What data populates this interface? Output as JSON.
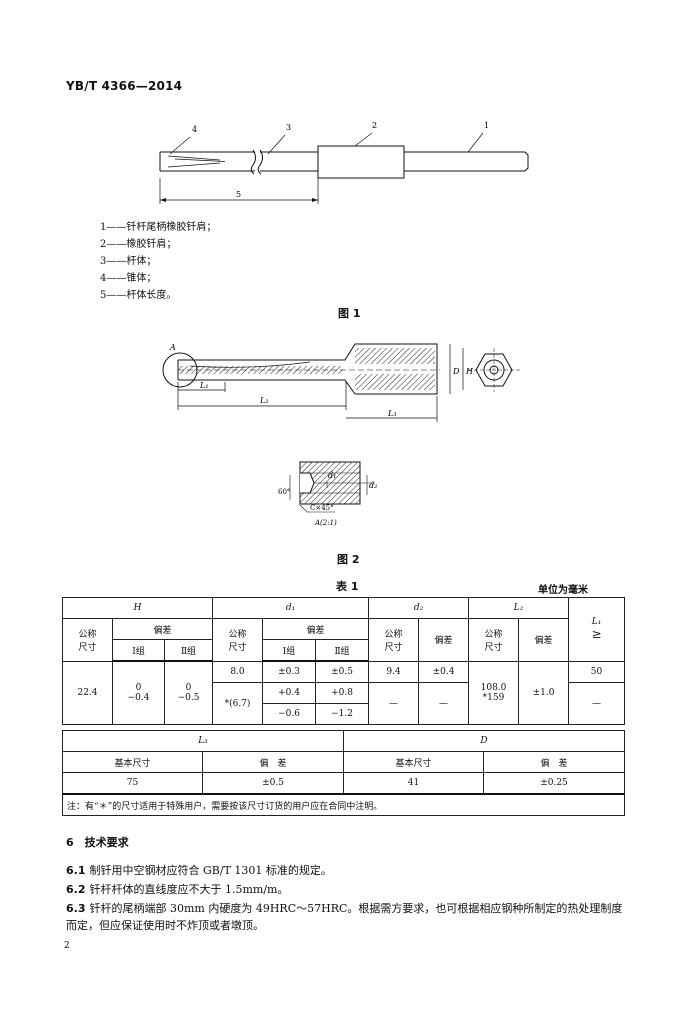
{
  "header": {
    "standard_code": "YB/T 4366—2014"
  },
  "figure1": {
    "callouts": [
      "4",
      "3",
      "2",
      "1"
    ],
    "dimension_label": "5",
    "legend": [
      "1——钎杆尾柄橡胶钎肩；",
      "2——橡胶钎肩；",
      "3——杆体；",
      "4——锥体；",
      "5——杆体长度。"
    ],
    "caption": "图 1"
  },
  "figure2": {
    "labels": {
      "detail_marker": "A",
      "l1": "L₁",
      "l2": "L₂",
      "l3": "L₃",
      "d": "D",
      "h": "H",
      "d1": "d₁",
      "d2": "d₂",
      "angle": "60°",
      "chamfer": "C×45°",
      "detail_scale": "A(2:1)"
    },
    "caption": "图 2"
  },
  "table1": {
    "title": "表 1",
    "unit": "单位为毫米",
    "headers": {
      "h": "H",
      "d1": "d₁",
      "d2": "d₂",
      "l2": "L₂",
      "l1": "L₁",
      "l1_sign": "≥",
      "nominal": "公称",
      "size": "尺寸",
      "tolerance": "偏差",
      "group1": "Ⅰ组",
      "group2": "Ⅱ组"
    },
    "values": {
      "h_nominal": "22.4",
      "h_g1_upper": "0",
      "h_g1_lower": "−0.4",
      "h_g2_upper": "0",
      "h_g2_lower": "−0.5",
      "d1_nominal_1": "8.0",
      "d1_g1_1": "±0.3",
      "d1_g2_1": "±0.5",
      "d1_nominal_2": "*(6.7)",
      "d1_g1_2_upper": "+0.4",
      "d1_g1_2_lower": "−0.6",
      "d1_g2_2_upper": "+0.8",
      "d1_g2_2_lower": "−1.2",
      "d2_nominal_1": "9.4",
      "d2_tol_1": "±0.4",
      "d2_nominal_2": "—",
      "d2_tol_2": "—",
      "l2_nominal_1": "108.0",
      "l2_nominal_2": "*159",
      "l2_tol": "±1.0",
      "l1_1": "50",
      "l1_2": "—"
    }
  },
  "table2": {
    "l3": "L₃",
    "d": "D",
    "basic_size": "基本尺寸",
    "tolerance": "偏　差",
    "l3_basic": "75",
    "l3_tol": "±0.5",
    "d_basic": "41",
    "d_tol": "±0.25",
    "note": "注：有“＊”的尺寸适用于特殊用户，需要按该尺寸订货的用户应在合同中注明。"
  },
  "section6": {
    "title": "6　技术要求",
    "requirements": [
      {
        "num": "6.1",
        "text": "制钎用中空钢材应符合 GB/T 1301 标准的规定。"
      },
      {
        "num": "6.2",
        "text": "钎杆杆体的直线度应不大于 1.5mm/m。"
      },
      {
        "num": "6.3",
        "text": "钎杆的尾柄端部 30mm 内硬度为 49HRC～57HRC。根据需方要求，也可根据相应钢种所制定的热处理制度而定，但应保证使用时不炸顶或者墩顶。"
      }
    ]
  },
  "page": {
    "number": "2"
  }
}
